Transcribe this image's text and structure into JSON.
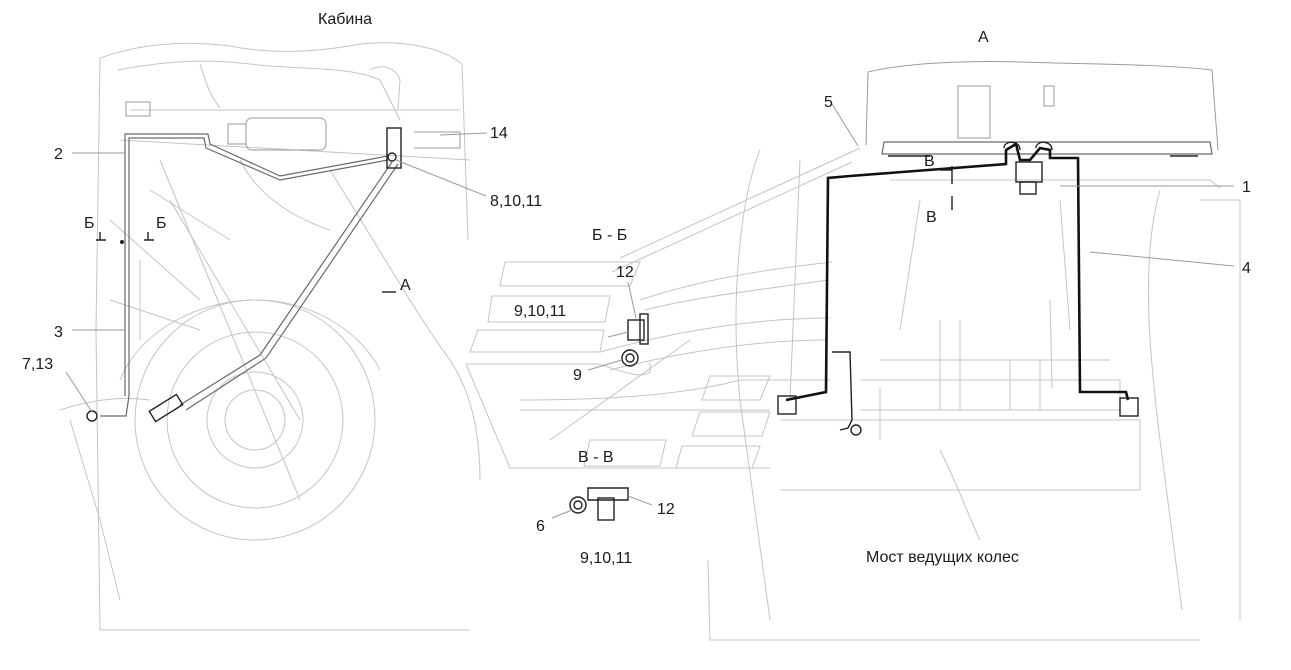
{
  "labels": {
    "cabin": "Кабина",
    "view_a_title": "А",
    "view_a_marker": "А",
    "section_bb": "Б - Б",
    "section_vv": "В - В",
    "section_b_left": "Б",
    "section_b_right": "Б",
    "section_v_top": "В",
    "section_v_bottom": "В",
    "axle": "Мост ведущих колес"
  },
  "callouts": [
    {
      "id": "1",
      "text": "1"
    },
    {
      "id": "2",
      "text": "2"
    },
    {
      "id": "3",
      "text": "3"
    },
    {
      "id": "4",
      "text": "4"
    },
    {
      "id": "5",
      "text": "5"
    },
    {
      "id": "6",
      "text": "6"
    },
    {
      "id": "7_13",
      "text": "7,13"
    },
    {
      "id": "8_10_11",
      "text": "8,10,11"
    },
    {
      "id": "9",
      "text": "9"
    },
    {
      "id": "9_10_11_bb",
      "text": "9,10,11"
    },
    {
      "id": "9_10_11_vv",
      "text": "9,10,11"
    },
    {
      "id": "12_bb",
      "text": "12"
    },
    {
      "id": "12_vv",
      "text": "12"
    },
    {
      "id": "14",
      "text": "14"
    }
  ]
}
